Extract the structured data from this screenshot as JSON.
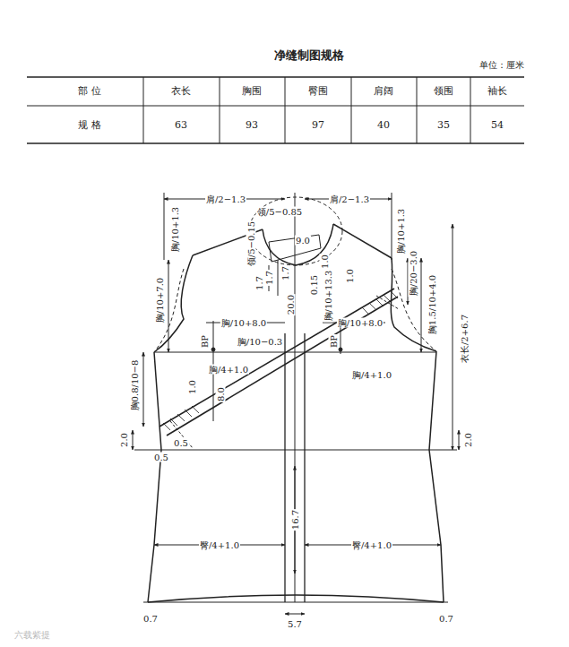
{
  "diagram": {
    "title": "净缝制图规格",
    "labels": [
      "单位：厘米",
      "部 位",
      "衣长",
      "胸围",
      "臀围",
      "肩阔",
      "领围",
      "袖长",
      "规 格",
      "63",
      "93",
      "97",
      "40",
      "35",
      "54",
      "肩/2−1.3",
      "肩/2−1.3",
      "领/5−0.85",
      "领/5−0.15",
      "1.7",
      "9.0",
      "1.7",
      "1.7",
      "1.0",
      "20.0",
      "0.15",
      "胸/10+13.3",
      "1.0",
      "胸/10+1.3",
      "胸/10+7.0",
      "胸/10+8.0",
      "BP",
      "胸/10−0.3",
      "胸/4+1.0",
      "8.0",
      "1.0",
      "胸0.8/10−8",
      "0.5",
      "0.5",
      "2.0",
      "胸/10+1.3",
      "胸/20−3.0",
      "胸1.5/10+4.0",
      "胸/10+8.0",
      "BP",
      "胸/4+1.0",
      "衣长/2+6.7",
      "2.0",
      "16.7",
      "臀/4+1.0",
      "臀/4+1.0",
      "5.7",
      "0.7",
      "0.7",
      "六载紫提"
    ]
  }
}
